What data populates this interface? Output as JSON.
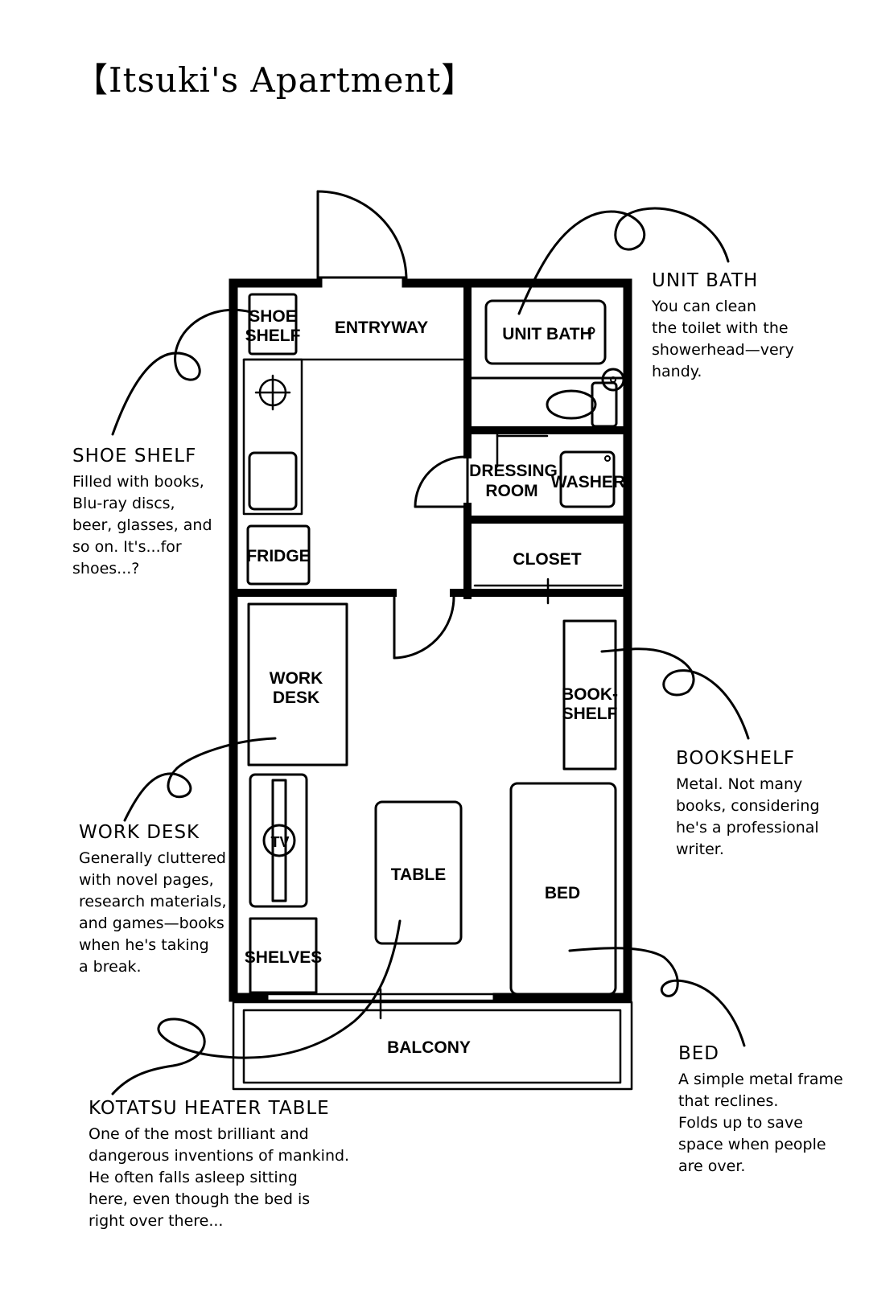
{
  "title": "【Itsuki's Apartment】",
  "rooms": {
    "shoe_shelf": [
      "SHOE",
      "SHELF"
    ],
    "entryway": "ENTRYWAY",
    "unit_bath": "UNIT BATH",
    "dressing_room": [
      "DRESSING",
      "ROOM"
    ],
    "washer": "WASHER",
    "fridge": "FRIDGE",
    "closet": "CLOSET",
    "work_desk": [
      "WORK",
      "DESK"
    ],
    "bookshelf": [
      "BOOK-",
      "SHELF"
    ],
    "tv": "TV",
    "table": "TABLE",
    "bed": "BED",
    "shelves": "SHELVES",
    "balcony": "BALCONY"
  },
  "notes": {
    "unit_bath": {
      "heading": "UNIT BATH",
      "lines": [
        "You can clean",
        "the toilet with the",
        "showerhead—very",
        "handy."
      ]
    },
    "shoe_shelf": {
      "heading": "SHOE SHELF",
      "lines": [
        "Filled with books,",
        "Blu-ray discs,",
        "beer, glasses, and",
        "so on. It's...for",
        "shoes...?"
      ]
    },
    "bookshelf": {
      "heading": "BOOKSHELF",
      "lines": [
        "Metal. Not many",
        "books, considering",
        "he's a professional",
        "writer."
      ]
    },
    "work_desk": {
      "heading": "WORK DESK",
      "lines": [
        "Generally cluttered",
        "with novel pages,",
        "research materials,",
        "and games—books",
        "when he's taking",
        "a break."
      ]
    },
    "bed": {
      "heading": "BED",
      "lines": [
        "A simple metal frame",
        "that reclines.",
        "Folds up to save",
        "space when people",
        "are over."
      ]
    },
    "kotatsu": {
      "heading": "KOTATSU HEATER TABLE",
      "lines": [
        "One of the most brilliant and",
        "dangerous inventions of mankind.",
        "He often falls asleep sitting",
        "here, even though the bed is",
        "right over there..."
      ]
    }
  }
}
